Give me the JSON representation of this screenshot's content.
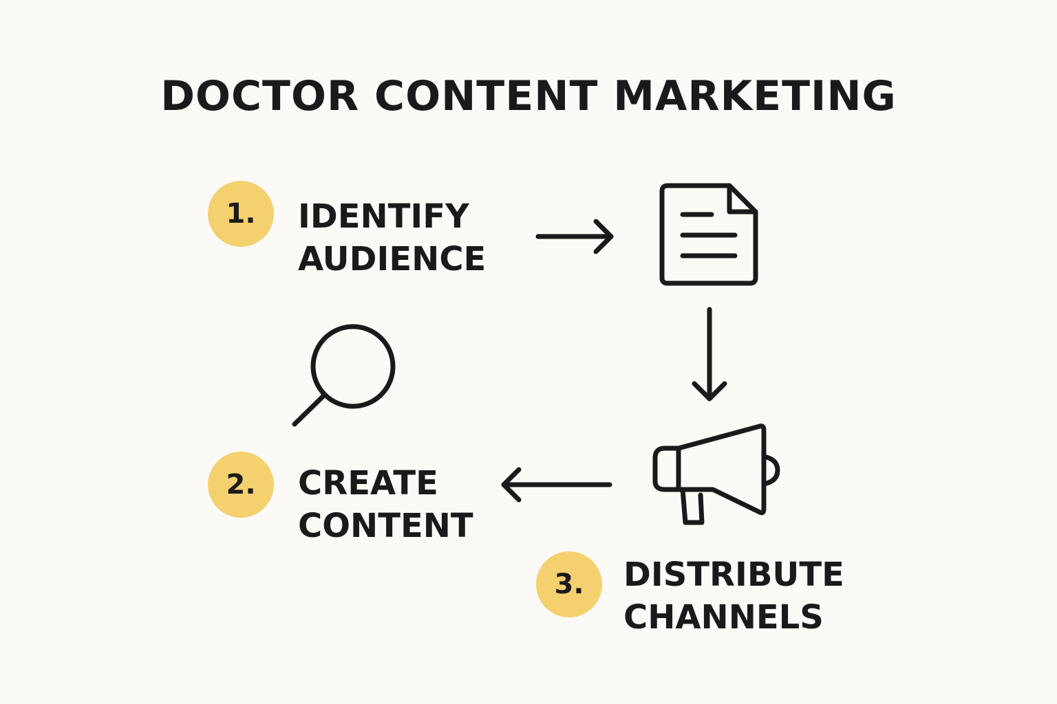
{
  "title": "DOCTOR CONTENT MARKETING",
  "colors": {
    "background": "#FBFAF6",
    "badge": "#F5D06F",
    "ink": "#1A1A1A"
  },
  "steps": [
    {
      "number": "1.",
      "line1": "IDENTIFY",
      "line2": "AUDIENCE",
      "icon": "magnifying-glass-icon"
    },
    {
      "number": "2.",
      "line1": "CREATE",
      "line2": "CONTENT",
      "icon": "document-icon"
    },
    {
      "number": "3.",
      "line1": "DISTRIBUTE",
      "line2": "CHANNELS",
      "icon": "megaphone-icon"
    }
  ],
  "arrows": [
    "arrow-right-icon",
    "arrow-down-icon",
    "arrow-left-icon"
  ]
}
